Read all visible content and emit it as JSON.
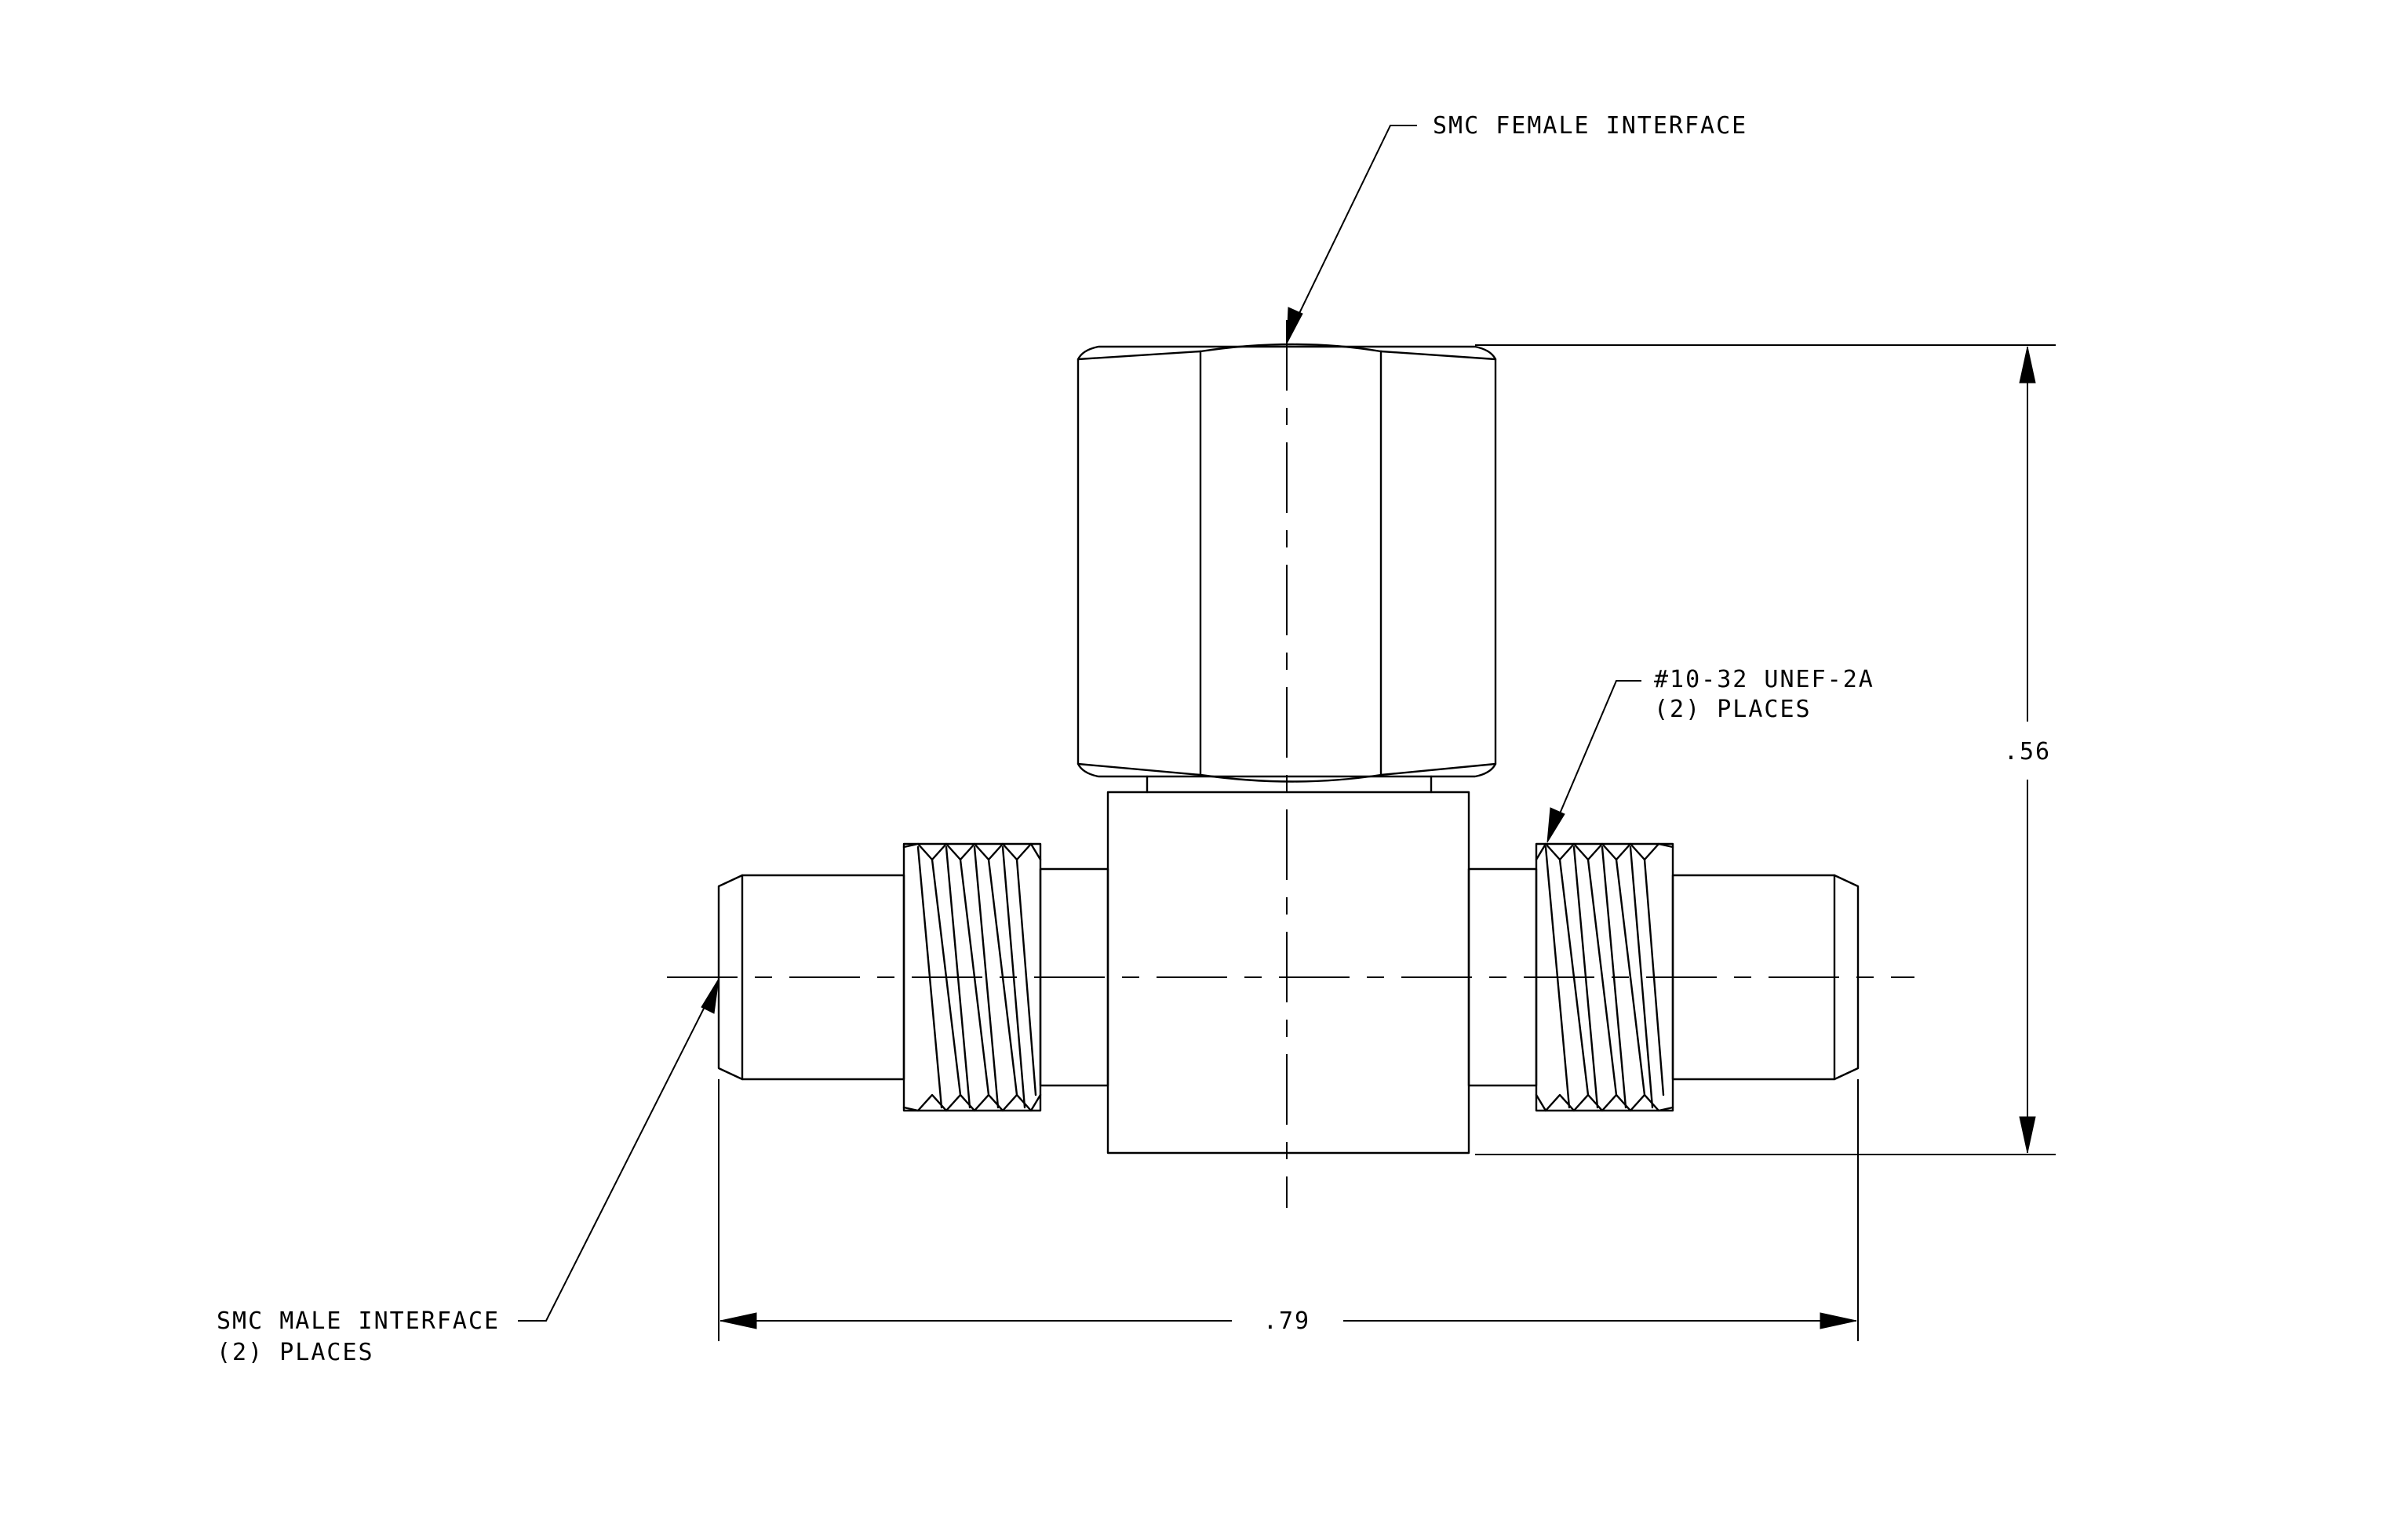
{
  "callouts": {
    "female_interface": {
      "line1": "SMC FEMALE INTERFACE"
    },
    "thread": {
      "line1": "#10-32 UNEF-2A",
      "line2": "(2) PLACES"
    },
    "male_interface": {
      "line1": "SMC MALE INTERFACE",
      "line2": "(2) PLACES"
    }
  },
  "dimensions": {
    "overall_height": ".56",
    "overall_length": ".79"
  }
}
